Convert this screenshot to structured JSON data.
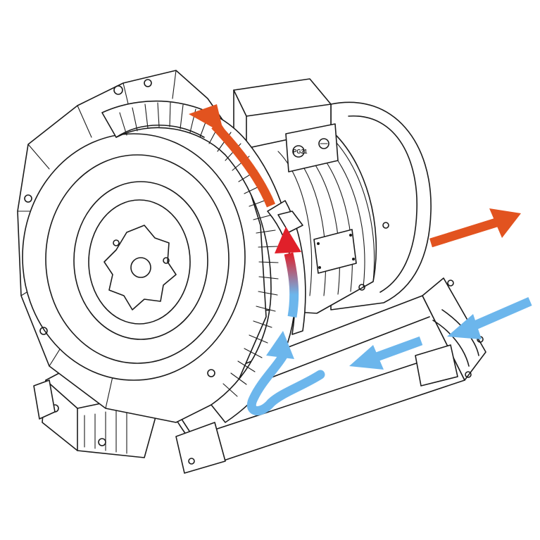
{
  "diagram": {
    "plate_label": "PG21",
    "colors": {
      "hot_air": "#e2531f",
      "cold_air": "#6cb6ec",
      "line": "#1a1a1a",
      "background": "#ffffff"
    },
    "icons": {
      "blower": "side-channel-blower-icon",
      "inlet": "cold-air-inlet-arrow",
      "outlet": "hot-air-outlet-arrow"
    }
  }
}
